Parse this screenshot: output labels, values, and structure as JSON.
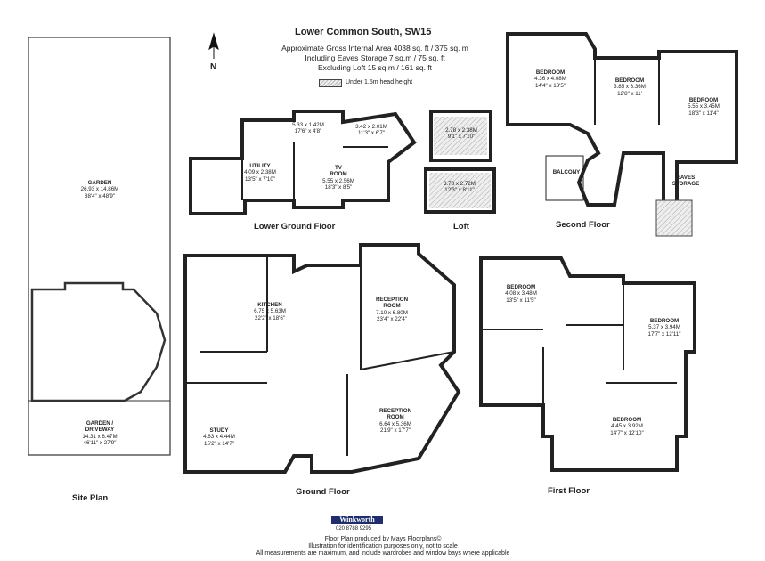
{
  "header": {
    "title": "Lower Common South, SW15",
    "area_line1": "Approximate Gross Internal Area 4038 sq. ft / 375 sq. m",
    "area_line2": "Including Eaves Storage  7 sq.m  /  75 sq. ft",
    "area_line3": "Excluding Loft  15 sq.m  /  161 sq. ft",
    "legend": "Under 1.5m head height",
    "compass": "N"
  },
  "plans": {
    "site": "Site Plan",
    "lower_ground": "Lower Ground Floor",
    "loft": "Loft",
    "second": "Second Floor",
    "ground": "Ground Floor",
    "first": "First Floor"
  },
  "rooms": {
    "garden_name": "GARDEN",
    "garden_dims": "26.93 x 14.86M",
    "garden_imp": "88'4\" x 48'9\"",
    "driveway_name": "GARDEN /",
    "driveway_name2": "DRIVEWAY",
    "driveway_dims": "14.31 x 8.47M",
    "driveway_imp": "46'11\" x 27'9\"",
    "lg_top1_dims": "5.33 x 1.42M",
    "lg_top1_imp": "17'6\" x 4'8\"",
    "lg_top2_dims": "3.42 x 2.01M",
    "lg_top2_imp": "11'3\" x 6'7\"",
    "utility_name": "UTILITY",
    "utility_dims": "4.09 x 2.38M",
    "utility_imp": "13'5\" x 7'10\"",
    "tv_name": "TV",
    "tv_name2": "ROOM",
    "tv_dims": "5.55 x 2.56M",
    "tv_imp": "18'3\" x 8'5\"",
    "loft1_dims": "2.78 x 2.38M",
    "loft1_imp": "9'1\" x 7'10\"",
    "loft2_dims": "3.73 x 2.72M",
    "loft2_imp": "12'3\" x 8'11\"",
    "sf_bed1_dims": "4.36 x 4.08M",
    "sf_bed1_imp": "14'4\" x 13'5\"",
    "sf_bed2_dims": "3.85 x 3.36M",
    "sf_bed2_imp": "12'8\" x 11'",
    "sf_bed3_dims": "5.55 x 3.45M",
    "sf_bed3_imp": "18'3\" x 11'4\"",
    "bedroom": "BEDROOM",
    "balcony": "BALCONY",
    "eaves1": "EAVES",
    "eaves2": "STORAGE",
    "kitchen_name": "KITCHEN",
    "kitchen_dims": "6.75 x 5.63M",
    "kitchen_imp": "22'2\" x 18'6\"",
    "reception": "RECEPTION",
    "room": "ROOM",
    "rec1_dims": "7.10 x 6.80M",
    "rec1_imp": "23'4\" x 22'4\"",
    "rec2_dims": "6.64 x 5.36M",
    "rec2_imp": "21'9\" x 17'7\"",
    "study_name": "STUDY",
    "study_dims": "4.63 x 4.44M",
    "study_imp": "15'2\" x 14'7\"",
    "ff_bed1_dims": "4.08 x 3.48M",
    "ff_bed1_imp": "13'5\" x 11'5\"",
    "ff_bed2_dims": "5.37 x 3.94M",
    "ff_bed2_imp": "17'7\" x 12'11\"",
    "ff_bed3_dims": "4.45 x 3.92M",
    "ff_bed3_imp": "14'7\" x 12'10\""
  },
  "footer": {
    "logo": "Winkworth",
    "phone": "020 8788 9295",
    "line1": "Floor Plan produced by Mays Floorplans©",
    "line2": "Illustration for identification purposes only, not to scale",
    "line3": "All measurements are maximum, and include wardrobes and window bays where applicable"
  }
}
